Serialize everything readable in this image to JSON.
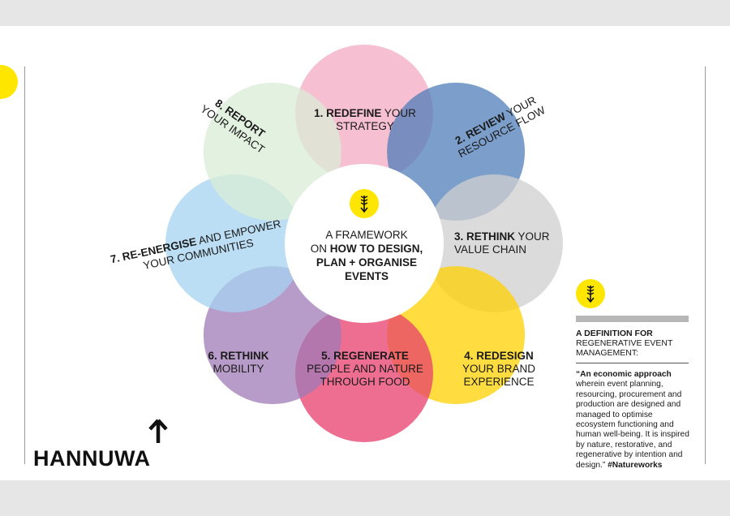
{
  "diagram": {
    "center": {
      "line1": "A FRAMEWORK",
      "line2_prefix": "ON ",
      "line2_bold": "HOW TO DESIGN,",
      "line3": "PLAN + ORGANISE",
      "line4": "EVENTS"
    },
    "segments": [
      {
        "bold": "1. REDEFINE",
        "text1": " YOUR",
        "text2": "STRATEGY",
        "color": "#f4a9c3"
      },
      {
        "bold": "2. REVIEW",
        "text1": " YOUR",
        "text2": "RESOURCE FLOW",
        "color": "#4f7db8"
      },
      {
        "bold": "3. RETHINK",
        "text1": " YOUR",
        "text2": "VALUE CHAIN",
        "color": "#cfcfcf"
      },
      {
        "bold": "4. REDESIGN",
        "text1": "",
        "text2": "YOUR BRAND",
        "text3": "EXPERIENCE",
        "color": "#ffd200"
      },
      {
        "bold": "5. REGENERATE",
        "text1": "",
        "text2": "PEOPLE AND NATURE",
        "text3": "THROUGH FOOD",
        "color": "#e83e6c"
      },
      {
        "bold": "6. RETHINK",
        "text1": "",
        "text2": "MOBILITY",
        "color": "#9f7bb8"
      },
      {
        "bold": "7. RE-ENERGISE",
        "text1": " AND EMPOWER",
        "text2": "YOUR COMMUNITIES",
        "color": "#a6d3f0"
      },
      {
        "bold": "8. REPORT",
        "text1": "",
        "text2": "YOUR IMPACT",
        "color": "#d9ecd5"
      }
    ]
  },
  "sidebar": {
    "title_bold": "A DEFINITION FOR",
    "title_rest": "REGENERATIVE EVENT MANAGEMENT:",
    "quote_bold": "“An economic approach",
    "quote_body": "wherein event planning, resourcing, procurement and production are designed and managed to optimise ecosystem functioning and human well-being. It is inspired by nature, restorative, and regenerative by intention and design.”",
    "hashtag": "#Natureworks"
  },
  "brand": {
    "logo": "HANNUWA"
  },
  "icons": [
    "wheat-arrow-icon",
    "up-arrow-icon"
  ]
}
